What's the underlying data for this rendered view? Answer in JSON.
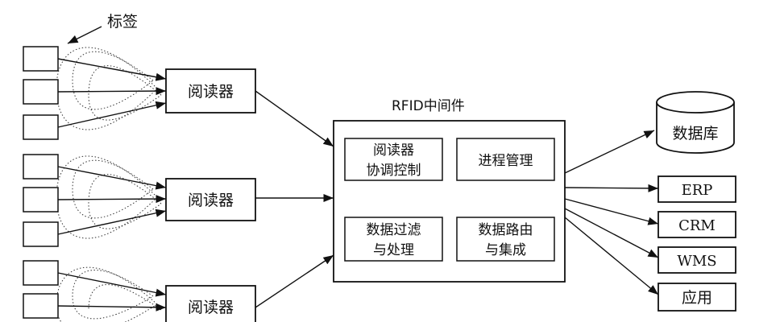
{
  "tag_label": "标签",
  "reader_label": "阅读器",
  "middleware": {
    "title": "RFID中间件",
    "modules": [
      [
        "阅读器",
        "协调控制"
      ],
      [
        "进程管理"
      ],
      [
        "数据过滤",
        "与处理"
      ],
      [
        "数据路由",
        "与集成"
      ]
    ]
  },
  "database_label": "数据库",
  "apps": [
    "ERP",
    "CRM",
    "WMS",
    "应用"
  ]
}
